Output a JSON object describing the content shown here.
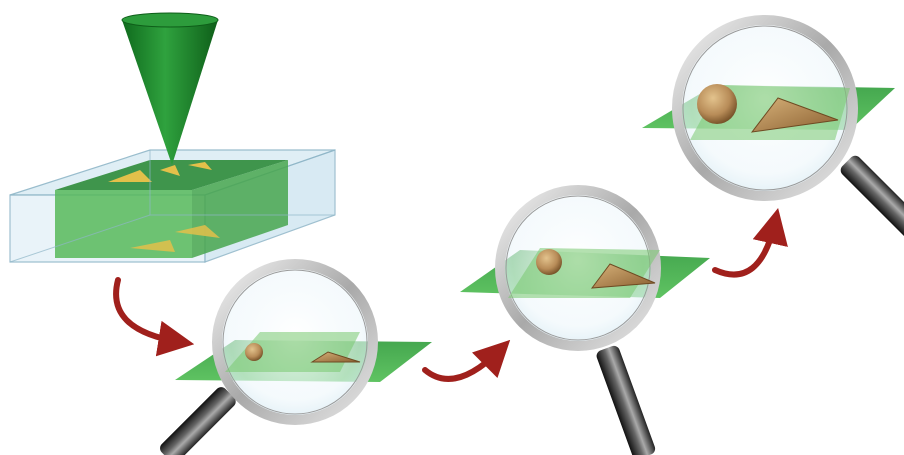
{
  "figure": {
    "elements": {
      "beam": "green-cone-beam",
      "block": "translucent-sample-block",
      "magnifiers": [
        {
          "name": "magnifier-1",
          "content": [
            "round-particle",
            "triangular-particle"
          ]
        },
        {
          "name": "magnifier-2",
          "content": [
            "round-particle",
            "triangular-particle"
          ]
        },
        {
          "name": "magnifier-3",
          "content": [
            "round-particle",
            "triangular-particle"
          ]
        }
      ],
      "arrows": [
        "arrow-1",
        "arrow-2",
        "arrow-3"
      ]
    },
    "colors": {
      "beam_green": "#1f8a2e",
      "plane_green": "#5cc85c",
      "block_edge": "#8fb6c8",
      "block_fill": "#d9ecf4",
      "arrow_red": "#a0201c",
      "particle_tan": "#b88c58",
      "lens_rim": "#c9c9c9",
      "handle_dark": "#3a3a3a"
    }
  }
}
